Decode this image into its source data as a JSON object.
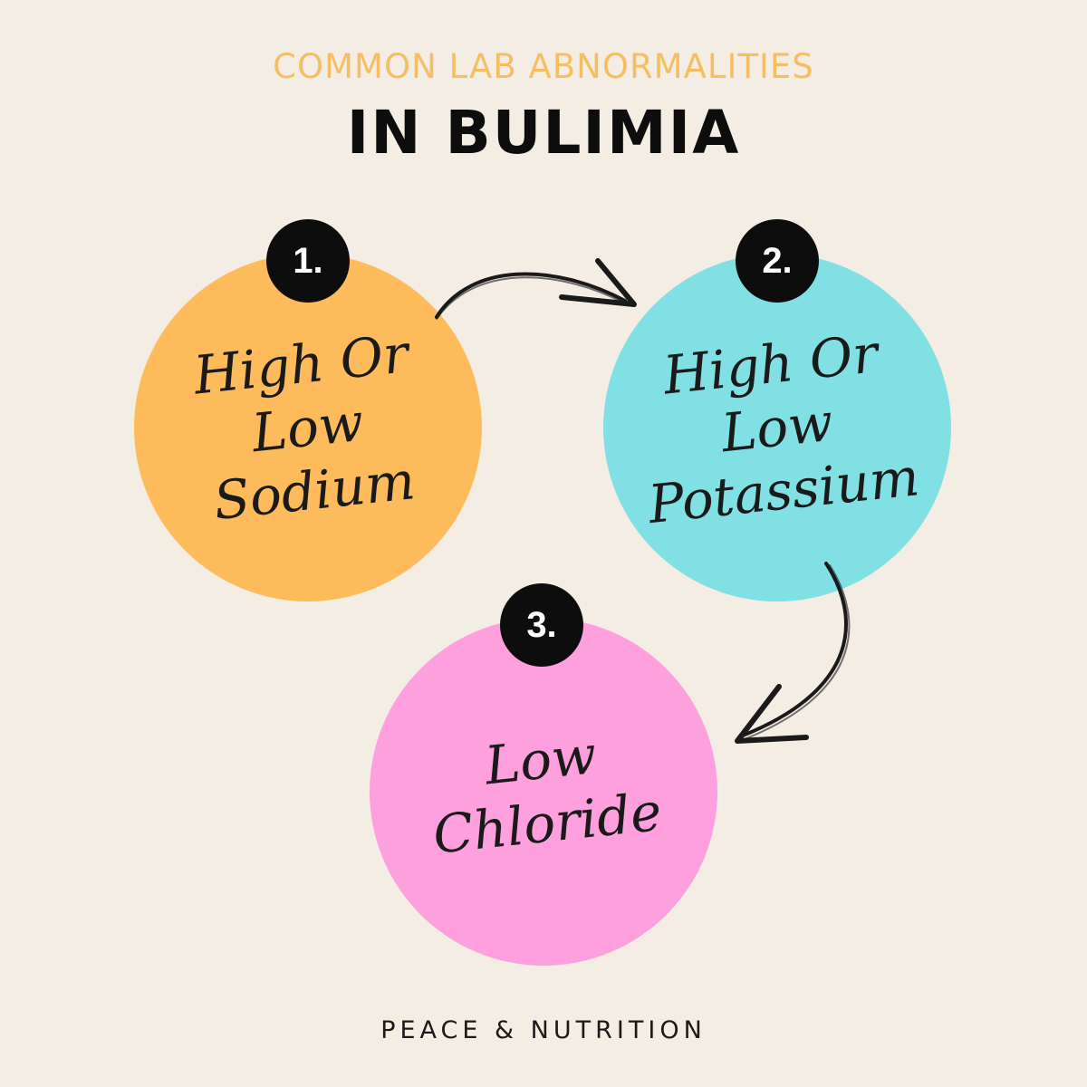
{
  "header": {
    "subtitle": "COMMON LAB ABNORMALITIES",
    "title": "IN BULIMIA"
  },
  "items": [
    {
      "number": "1.",
      "label": "High Or\nLow\nSodium",
      "color": "#fdbb5c"
    },
    {
      "number": "2.",
      "label": "High Or\nLow\nPotassium",
      "color": "#80e0e4"
    },
    {
      "number": "3.",
      "label": "Low\nChloride",
      "color": "#fea0de"
    }
  ],
  "arrows": [
    {
      "from": "1.",
      "to": "2."
    },
    {
      "from": "2.",
      "to": "3."
    }
  ],
  "footer": {
    "brand": "PEACE & NUTRITION"
  },
  "colors": {
    "background": "#f4ede4",
    "subtitle": "#f6be62",
    "text": "#0d0d0d"
  }
}
